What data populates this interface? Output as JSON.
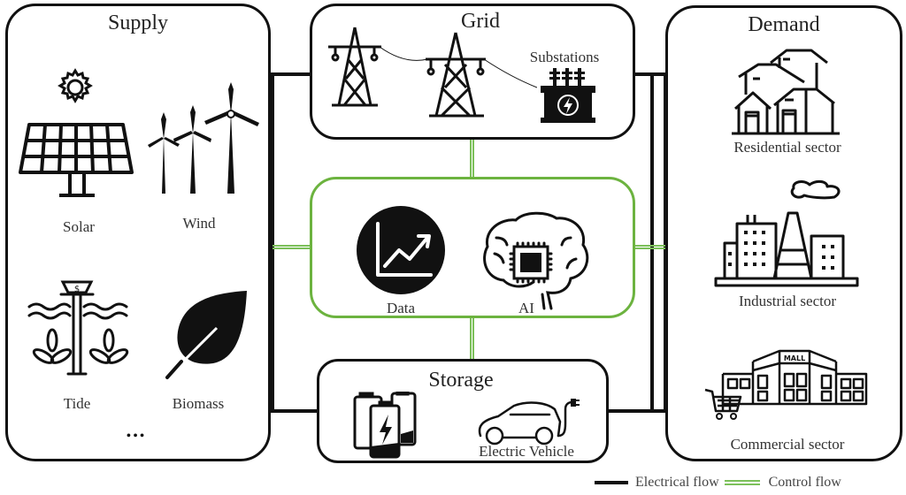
{
  "diagram": {
    "supply": {
      "title": "Supply",
      "items": [
        {
          "label": "Solar",
          "icon": "solar-panel-icon"
        },
        {
          "label": "Wind",
          "icon": "wind-turbine-icon"
        },
        {
          "label": "Tide",
          "icon": "tidal-turbine-icon"
        },
        {
          "label": "Biomass",
          "icon": "leaf-icon"
        }
      ],
      "more": "•••"
    },
    "grid": {
      "title": "Grid",
      "items": [
        {
          "label": "",
          "icon": "transmission-tower-icon"
        },
        {
          "label": "Substations",
          "icon": "transformer-icon"
        }
      ]
    },
    "center": {
      "items": [
        {
          "label": "Data",
          "icon": "chart-trend-icon"
        },
        {
          "label": "AI",
          "icon": "brain-chip-icon"
        }
      ]
    },
    "storage": {
      "title": "Storage",
      "items": [
        {
          "label": "",
          "icon": "battery-icon"
        },
        {
          "label": "Electric Vehicle",
          "icon": "electric-car-icon"
        }
      ]
    },
    "demand": {
      "title": "Demand",
      "items": [
        {
          "label": "Residential sector",
          "icon": "houses-icon"
        },
        {
          "label": "Industrial sector",
          "icon": "factory-icon"
        },
        {
          "label": "Commercial sector",
          "icon": "mall-icon"
        }
      ],
      "mall_sign": "MALL"
    },
    "legend": {
      "electrical": "Electrical flow",
      "control": "Control flow"
    },
    "colors": {
      "electrical": "#111111",
      "control": "#6cb33f"
    }
  }
}
